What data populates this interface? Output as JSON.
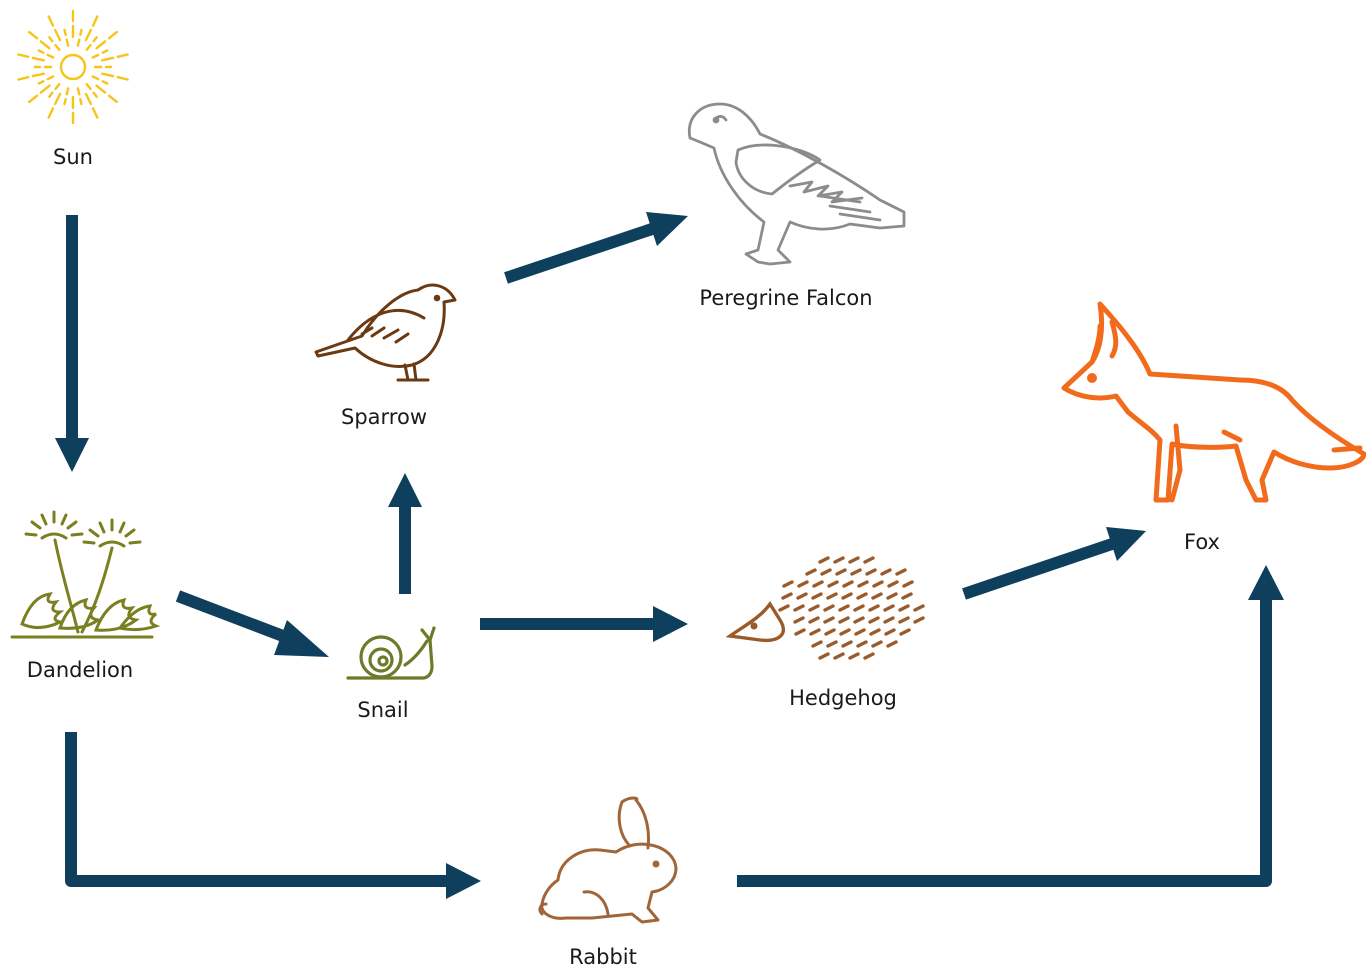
{
  "organisms": {
    "sun": {
      "label": "Sun",
      "icon": "sun-icon",
      "color": "#F5C518"
    },
    "dandelion": {
      "label": "Dandelion",
      "icon": "dandelion-icon",
      "color": "#7A7F1F"
    },
    "snail": {
      "label": "Snail",
      "icon": "snail-icon",
      "color": "#6E7A2A"
    },
    "sparrow": {
      "label": "Sparrow",
      "icon": "sparrow-icon",
      "color": "#6B3A12"
    },
    "falcon": {
      "label": "Peregrine Falcon",
      "icon": "falcon-icon",
      "color": "#8C8C8C"
    },
    "hedgehog": {
      "label": "Hedgehog",
      "icon": "hedgehog-icon",
      "color": "#9A5A2A"
    },
    "fox": {
      "label": "Fox",
      "icon": "fox-icon",
      "color": "#F26B1D"
    },
    "rabbit": {
      "label": "Rabbit",
      "icon": "rabbit-icon",
      "color": "#A0663A"
    }
  },
  "colors": {
    "arrow": "#0E3F5C"
  }
}
